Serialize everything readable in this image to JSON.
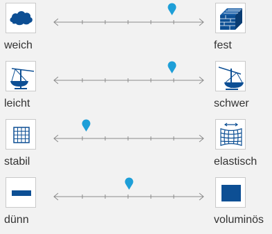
{
  "colors": {
    "accent": "#1e9fd8",
    "icon": "#0d4f94",
    "track": "#8a8a8a"
  },
  "scales": [
    {
      "left_label": "weich",
      "right_label": "fest",
      "left_icon": "cloud-icon",
      "right_icon": "brick-icon",
      "value": 0.81
    },
    {
      "left_label": "leicht",
      "right_label": "schwer",
      "left_icon": "scale-light-icon",
      "right_icon": "scale-heavy-icon",
      "value": 0.81
    },
    {
      "left_label": "stabil",
      "right_label": "elastisch",
      "left_icon": "grid-icon",
      "right_icon": "stretch-grid-icon",
      "value": 0.19
    },
    {
      "left_label": "dünn",
      "right_label": "voluminös",
      "left_icon": "thin-bar-icon",
      "right_icon": "thick-block-icon",
      "value": 0.5
    }
  ]
}
